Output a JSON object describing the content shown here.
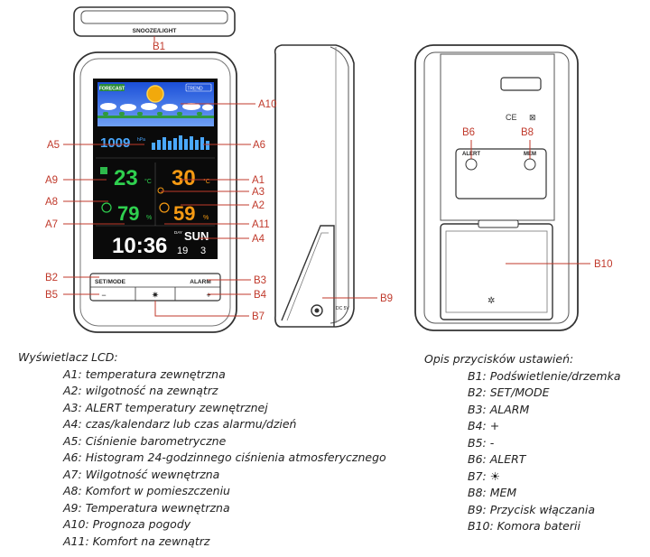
{
  "colors": {
    "callout": "#c0392b",
    "outline": "#333333",
    "screen": "#0a0a0a"
  },
  "device": {
    "top_button": "SNOOZE/LIGHT",
    "forecast_label": "FORECAST",
    "trend_label": "TREND",
    "pressure_value": "1009",
    "pressure_unit": "hPa",
    "indoor_temp": "23",
    "outdoor_temp": "30",
    "indoor_hum": "79",
    "outdoor_hum": "59",
    "clock": "10:36",
    "day_label": "DAY",
    "weekday": "SUN",
    "date_left": "19",
    "date_right": "3",
    "btn_set_mode": "SET/MODE",
    "btn_alarm": "ALARM",
    "btn_minus": "−",
    "btn_plus": "+",
    "dc_label": "DC 5V",
    "back_alert": "ALERT",
    "back_mem": "MEM"
  },
  "callouts": {
    "B1": "B1",
    "A10": "A10",
    "A5": "A5",
    "A6": "A6",
    "A9": "A9",
    "A1": "A1",
    "A3": "A3",
    "A8": "A8",
    "A2": "A2",
    "A7": "A7",
    "A11": "A11",
    "A4": "A4",
    "B2": "B2",
    "B3": "B3",
    "B5": "B5",
    "B4": "B4",
    "B7": "B7",
    "B9": "B9",
    "B6": "B6",
    "B8": "B8",
    "B10": "B10"
  },
  "legend_lcd": {
    "title": "Wyświetlacz LCD:",
    "items": [
      "A1: temperatura zewnętrzna",
      "A2: wilgotność na zewnątrz",
      "A3: ALERT temperatury zewnętrznej",
      "A4: czas/kalendarz lub czas alarmu/dzień",
      "A5: Ciśnienie barometryczne",
      "A6: Histogram 24-godzinnego ciśnienia atmosferycznego",
      "A7: Wilgotność wewnętrzna",
      "A8: Komfort w pomieszczeniu",
      "A9: Temperatura wewnętrzna",
      "A10: Prognoza pogody",
      "A11: Komfort na zewnątrz"
    ]
  },
  "legend_buttons": {
    "title": "Opis przycisków ustawień:",
    "items": [
      "B1: Podświetlenie/drzemka",
      "B2: SET/MODE",
      "B3: ALARM",
      "B4: +",
      "B5: -",
      "B6: ALERT",
      "B7: ☀",
      "B8: MEM",
      "B9: Przycisk włączania",
      "B10: Komora baterii"
    ]
  }
}
